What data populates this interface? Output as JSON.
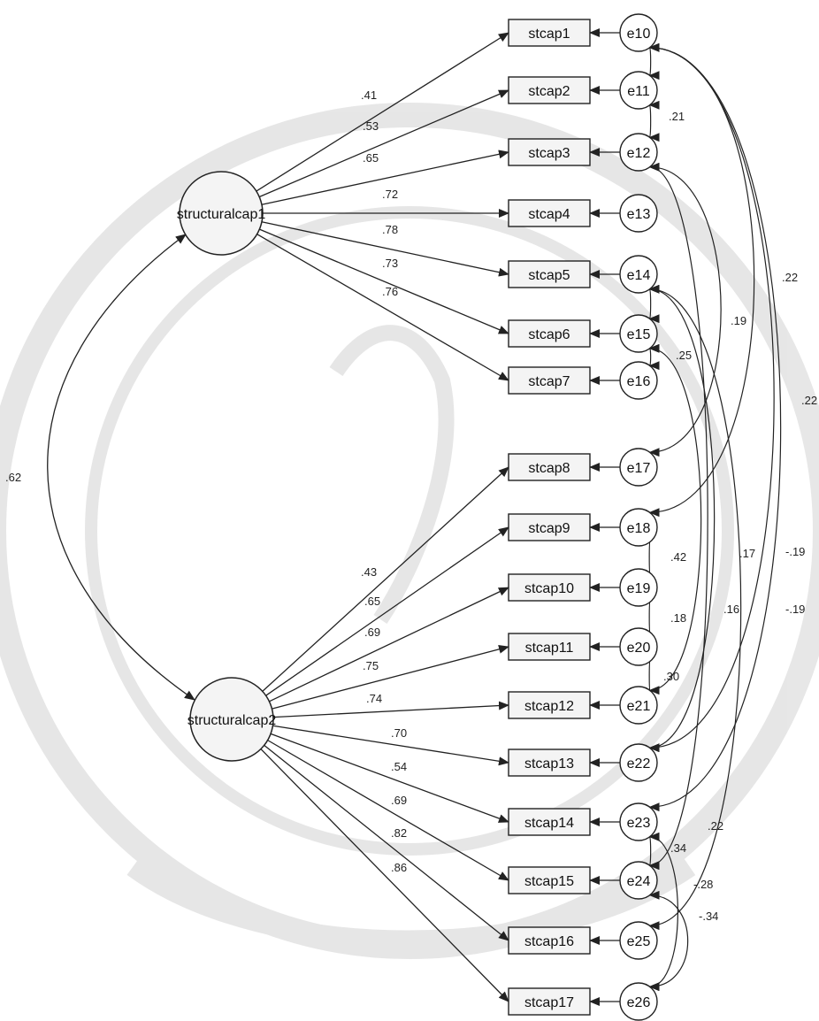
{
  "latents": [
    {
      "id": "L1",
      "label": "structuralcap1"
    },
    {
      "id": "L2",
      "label": "structuralcap2"
    }
  ],
  "latent_correlation": ".62",
  "indicators": [
    {
      "label": "stcap1",
      "error": "e10",
      "loading": ".41",
      "factor": 0
    },
    {
      "label": "stcap2",
      "error": "e11",
      "loading": ".53",
      "factor": 0
    },
    {
      "label": "stcap3",
      "error": "e12",
      "loading": ".65",
      "factor": 0
    },
    {
      "label": "stcap4",
      "error": "e13",
      "loading": ".72",
      "factor": 0
    },
    {
      "label": "stcap5",
      "error": "e14",
      "loading": ".78",
      "factor": 0
    },
    {
      "label": "stcap6",
      "error": "e15",
      "loading": ".73",
      "factor": 0
    },
    {
      "label": "stcap7",
      "error": "e16",
      "loading": ".76",
      "factor": 0
    },
    {
      "label": "stcap8",
      "error": "e17",
      "loading": ".43",
      "factor": 1
    },
    {
      "label": "stcap9",
      "error": "e18",
      "loading": ".65",
      "factor": 1
    },
    {
      "label": "stcap10",
      "error": "e19",
      "loading": ".69",
      "factor": 1
    },
    {
      "label": "stcap11",
      "error": "e20",
      "loading": ".75",
      "factor": 1
    },
    {
      "label": "stcap12",
      "error": "e21",
      "loading": ".74",
      "factor": 1
    },
    {
      "label": "stcap13",
      "error": "e22",
      "loading": ".70",
      "factor": 1
    },
    {
      "label": "stcap14",
      "error": "e23",
      "loading": ".54",
      "factor": 1
    },
    {
      "label": "stcap15",
      "error": "e24",
      "loading": ".69",
      "factor": 1
    },
    {
      "label": "stcap16",
      "error": "e25",
      "loading": ".82",
      "factor": 1
    },
    {
      "label": "stcap17",
      "error": "e26",
      "loading": ".86",
      "factor": 1
    }
  ],
  "error_covariances": [
    {
      "from": "e10",
      "to": "e11",
      "value": ""
    },
    {
      "from": "e11",
      "to": "e12",
      "value": ".21"
    },
    {
      "from": "e14",
      "to": "e15",
      "value": ""
    },
    {
      "from": "e15",
      "to": "e16",
      "value": ".25"
    },
    {
      "from": "e18",
      "to": "e19",
      "value": ".42"
    },
    {
      "from": "e19",
      "to": "e20",
      "value": ".18"
    },
    {
      "from": "e20",
      "to": "e21",
      "value": ".30"
    },
    {
      "from": "e23",
      "to": "e24",
      "value": ".34"
    },
    {
      "from": "e12",
      "to": "e17",
      "value": ".19"
    },
    {
      "from": "e10",
      "to": "e18",
      "value": ".22"
    },
    {
      "from": "e10",
      "to": "e22",
      "value": ".22"
    },
    {
      "from": "e14",
      "to": "e22",
      "value": ".17"
    },
    {
      "from": "e15",
      "to": "e21",
      "value": ".16"
    },
    {
      "from": "e10",
      "to": "e23",
      "value": "-.19"
    },
    {
      "from": "e14",
      "to": "e25",
      "value": "-.19"
    },
    {
      "from": "e12",
      "to": "e24",
      "value": ".22"
    },
    {
      "from": "e24",
      "to": "e26",
      "value": "-.28"
    },
    {
      "from": "e23",
      "to": "e26",
      "value": "-.34"
    }
  ],
  "colors": {
    "stroke": "#222222",
    "fill": "#f4f4f4",
    "error_fill": "#ffffff"
  }
}
